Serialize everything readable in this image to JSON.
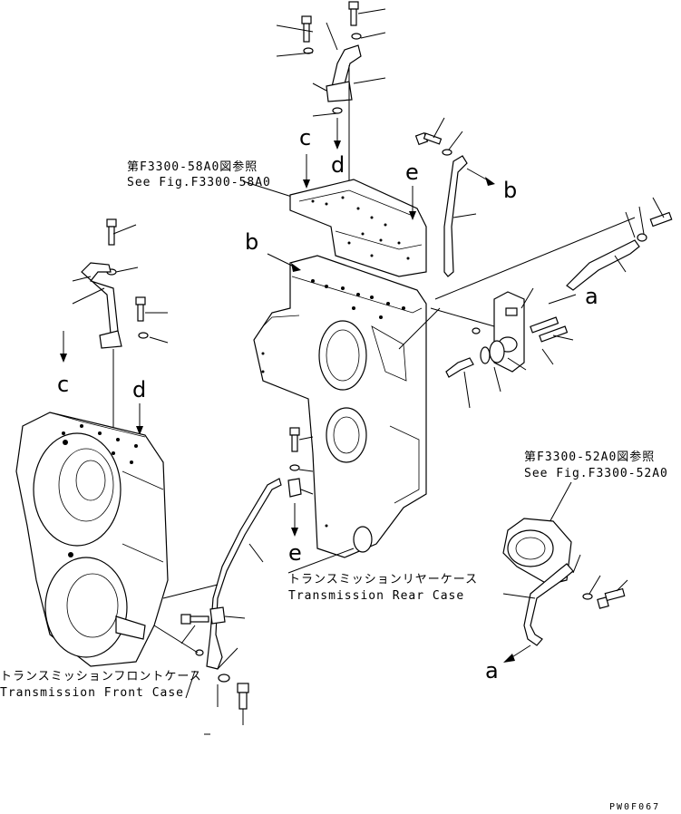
{
  "refs": {
    "ref_58a0_jp": "第F3300-58A0図参照",
    "ref_58a0_en": "See Fig.F3300-58A0",
    "ref_52a0_jp": "第F3300-52A0図参照",
    "ref_52a0_en": "See Fig.F3300-52A0"
  },
  "captions": {
    "rear_case_jp": "トランスミッションリヤーケース",
    "rear_case_en": "Transmission Rear Case",
    "front_case_jp": "トランスミッションフロントケース",
    "front_case_en": "Transmission Front Case"
  },
  "markers": {
    "a": "a",
    "b": "b",
    "c": "c",
    "d": "d",
    "e": "e"
  },
  "drawing_code": "PW0F067"
}
